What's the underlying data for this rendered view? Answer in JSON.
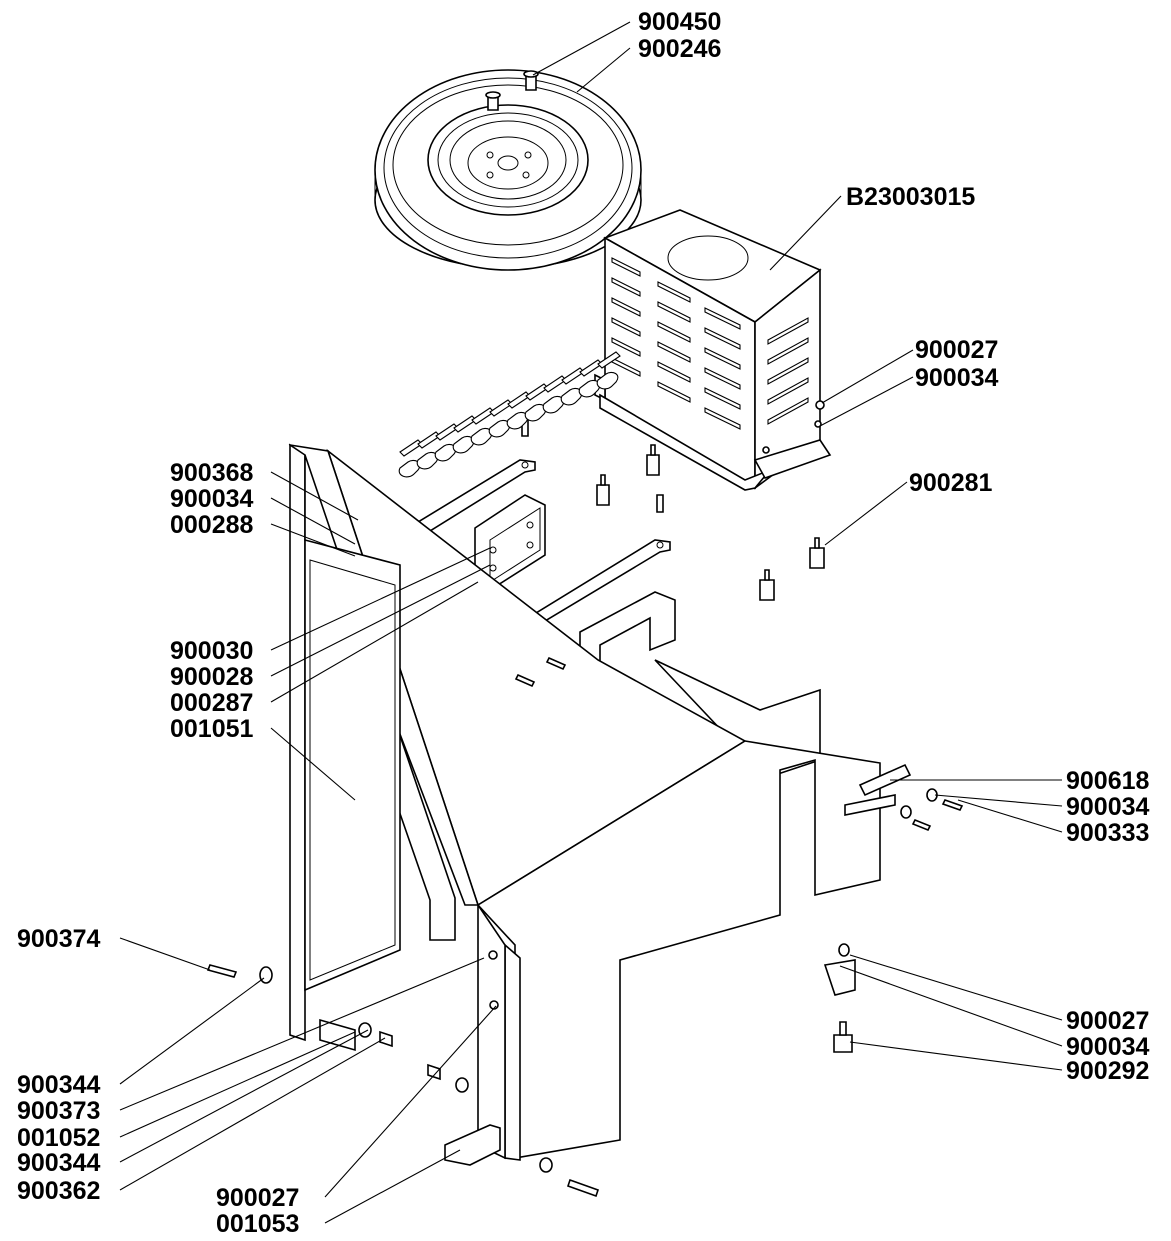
{
  "labels": {
    "p900450": "900450",
    "p900246": "900246",
    "pB23003015": "B23003015",
    "p900027_a": "900027",
    "p900034_a": "900034",
    "p900368": "900368",
    "p900034_b": "900034",
    "p000288": "000288",
    "p900281": "900281",
    "p900030": "900030",
    "p900028": "900028",
    "p000287": "000287",
    "p001051": "001051",
    "p900618": "900618",
    "p900034_c": "900034",
    "p900333": "900333",
    "p900374": "900374",
    "p900027_b": "900027",
    "p900034_d": "900034",
    "p900292": "900292",
    "p900344_a": "900344",
    "p900373": "900373",
    "p001052": "001052",
    "p900344_b": "900344",
    "p900362": "900362",
    "p900027_c": "900027",
    "p001053": "001053"
  }
}
